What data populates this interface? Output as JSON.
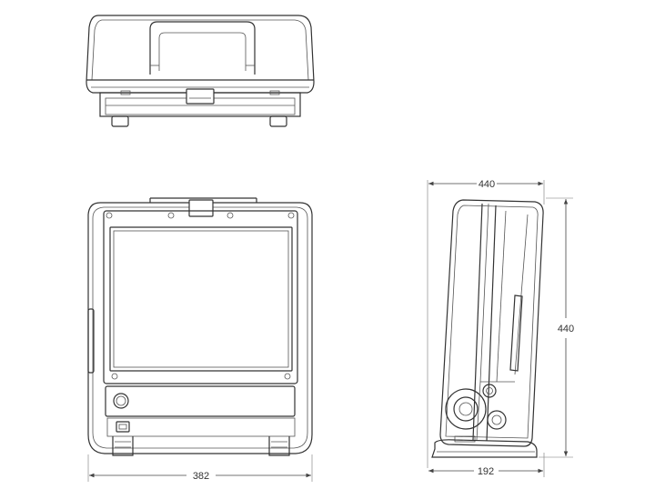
{
  "diagram": {
    "views": [
      "top-view",
      "front-view",
      "side-view"
    ],
    "dimensions": {
      "front_width": "382",
      "side_top_width": "440",
      "side_height": "440",
      "side_depth": "192"
    },
    "line_color": "#333333"
  }
}
